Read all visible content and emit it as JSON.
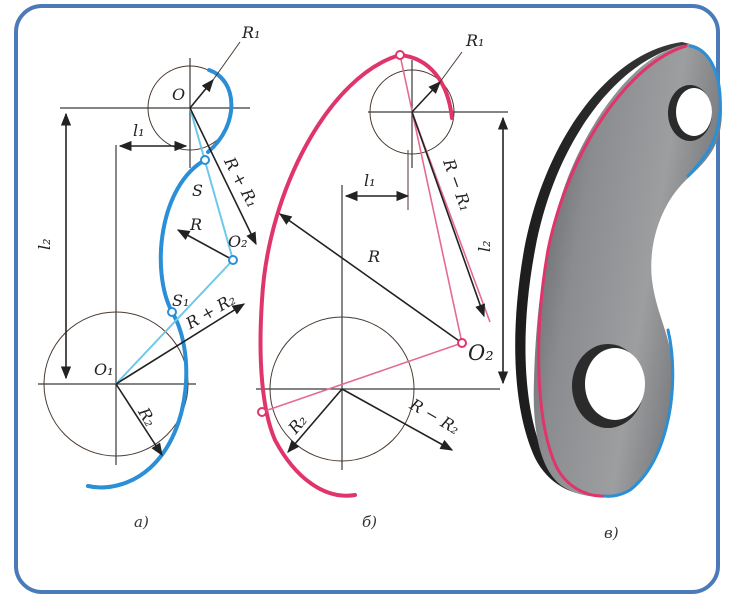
{
  "diagram_a": {
    "label_R1": "R₁",
    "label_O": "O",
    "label_l1": "l₁",
    "label_l2": "l₂",
    "label_S": "S",
    "label_S1": "S₁",
    "label_R": "R",
    "label_O2": "O₂",
    "label_RplusR1": "R + R₁",
    "label_RplusR2": "R + R₂",
    "label_O1": "O₁",
    "label_R2": "R₂",
    "caption": "а)"
  },
  "diagram_b": {
    "label_R1": "R₁",
    "label_l1": "l₁",
    "label_R": "R",
    "label_RminusR1": "R − R₁",
    "label_l2": "l₂",
    "label_O2": "O₂",
    "label_R2": "R₂",
    "label_RminusR2": "R − R₂",
    "caption": "б)"
  },
  "diagram_c": {
    "caption": "в)"
  },
  "colors": {
    "frame": "#4a7ab8",
    "convex_arc": "#2a8fd6",
    "concave_arc": "#e0356b",
    "construction_line": "#6ec8ea"
  }
}
